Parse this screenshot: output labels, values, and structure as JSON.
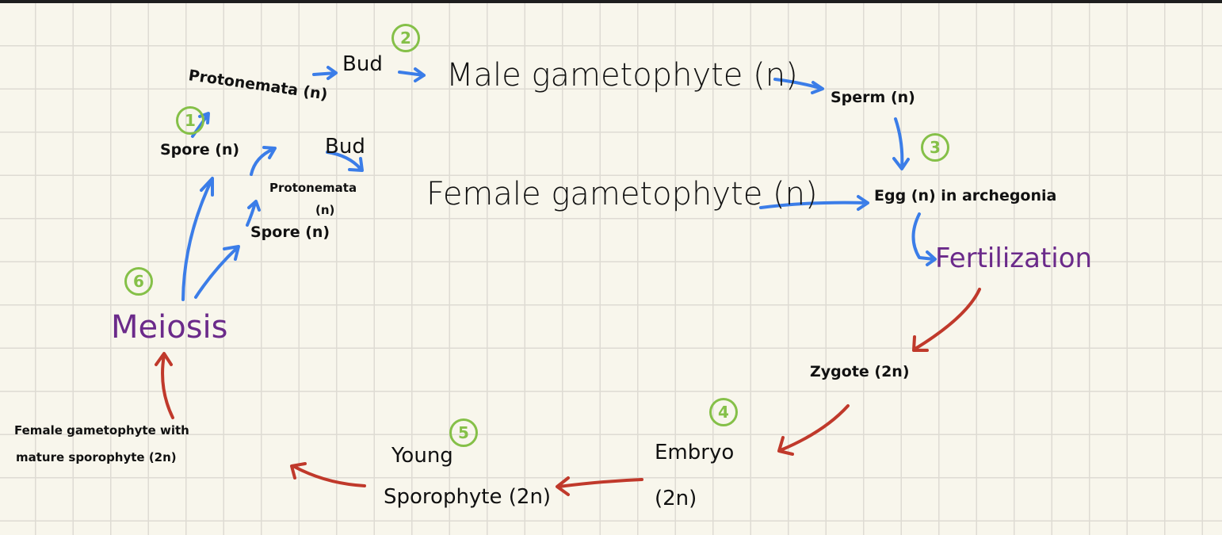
{
  "labels": {
    "protonemata_top": "Protonemata (n)",
    "bud_top": "Bud",
    "male_gametophyte": "Male gametophyte (n)",
    "sperm": "Sperm (n)",
    "spore_top": "Spore (n)",
    "bud_mid": "Bud",
    "protonemata_mid": "Protonemata",
    "protonemata_mid_n": "(n)",
    "female_gametophyte": "Female gametophyte (n)",
    "egg": "Egg (n) in archegonia",
    "spore_mid": "Spore (n)",
    "fertilization": "Fertilization",
    "meiosis": "Meiosis",
    "zygote": "Zygote (2n)",
    "embryo": "Embryo",
    "embryo_n": "(2n)",
    "young_sporophyte_1": "Young",
    "young_sporophyte_2": "Sporophyte (2n)",
    "female_mature_1": "Female gametophyte with",
    "female_mature_2": "mature sporophyte (2n)"
  },
  "steps": [
    "1",
    "2",
    "3",
    "4",
    "5",
    "6"
  ],
  "colors": {
    "haploid_arrow": "#3b7de8",
    "diploid_arrow": "#c0392b",
    "process_text": "#6b2a8a",
    "step_circle": "#85c048",
    "paper": "#f8f6ec",
    "grid": "#dedbd3"
  }
}
